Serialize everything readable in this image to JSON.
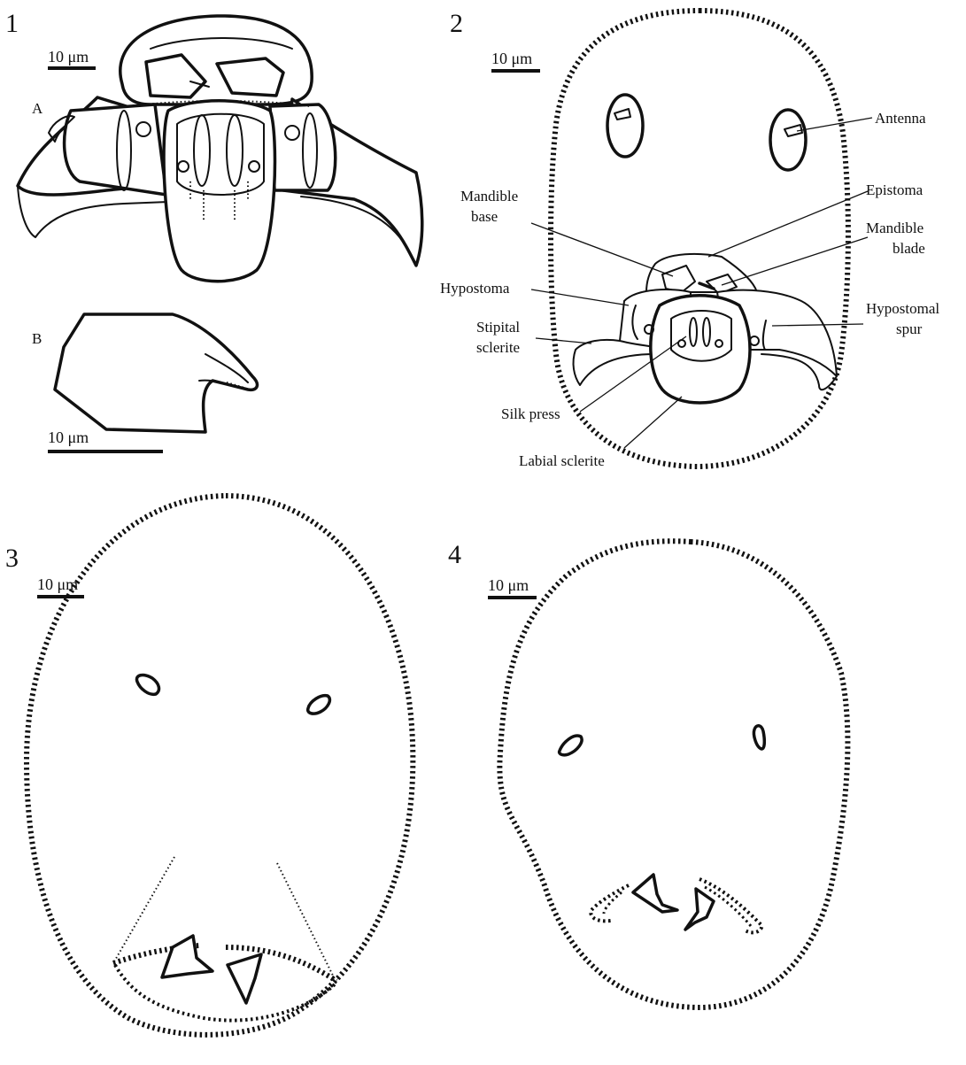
{
  "panels": {
    "p1": {
      "number": "1",
      "scale_top": "10 μm",
      "sub_a": "A",
      "sub_b": "B",
      "scale_b": "10 μm"
    },
    "p2": {
      "number": "2",
      "scale": "10 μm",
      "labels": {
        "antenna": "Antenna",
        "epistoma": "Epistoma",
        "mandible_blade_1": "Mandible",
        "mandible_blade_2": "blade",
        "mandible_base_1": "Mandible",
        "mandible_base_2": "base",
        "hypostoma": "Hypostoma",
        "stipital_1": "Stipital",
        "stipital_2": "sclerite",
        "hypostomal_spur_1": "Hypostomal",
        "hypostomal_spur_2": "spur",
        "silk_press": "Silk press",
        "labial_sclerite": "Labial sclerite"
      }
    },
    "p3": {
      "number": "3",
      "scale": "10 μm"
    },
    "p4": {
      "number": "4",
      "scale": "10 μm"
    }
  }
}
